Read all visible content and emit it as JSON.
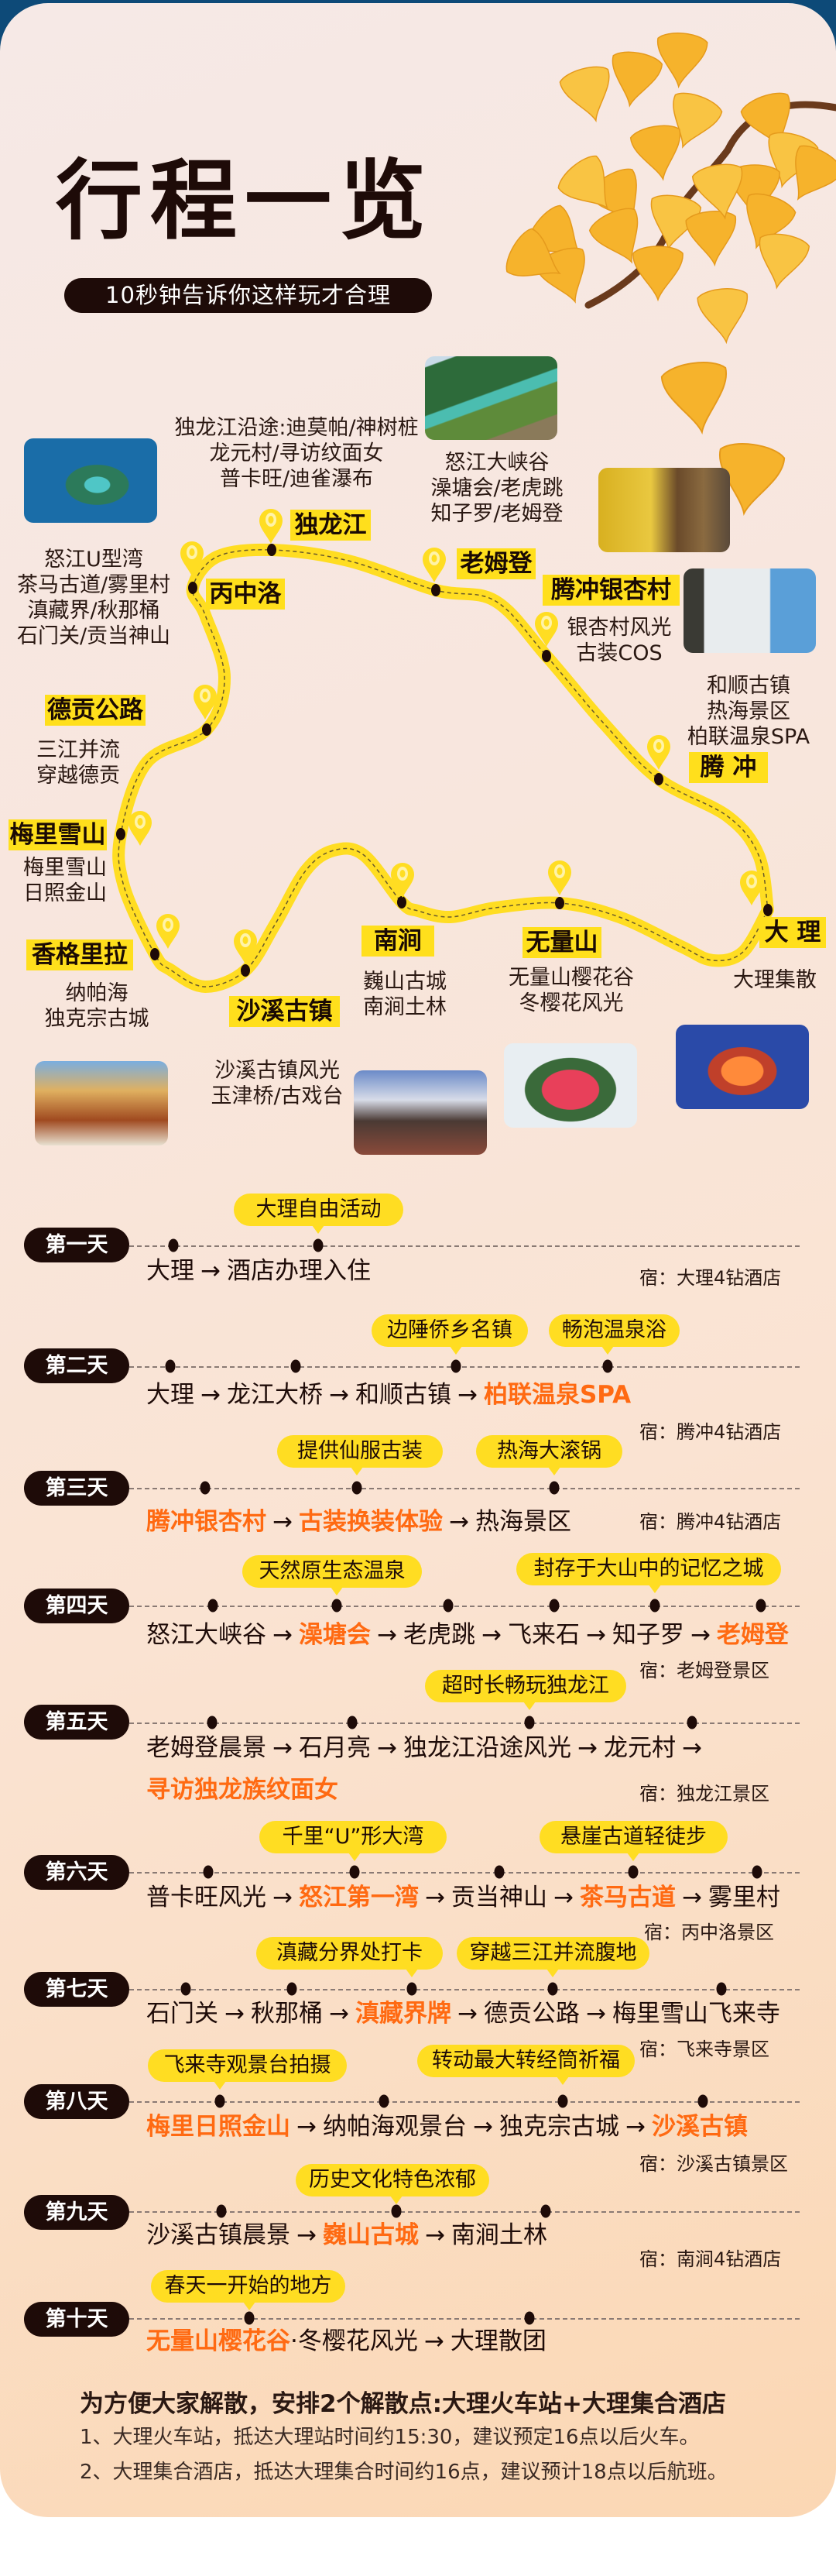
{
  "header": {
    "title": "行程一览",
    "subtitle": "10秒钟告诉你这样玩才合理"
  },
  "map": {
    "stops": [
      {
        "label": "独龙江",
        "desc": [
          "独龙江沿途:迪莫帕/神树桩",
          "龙元村/寻访纹面女",
          "普卡旺/迪雀瀑布"
        ]
      },
      {
        "label": "丙中洛",
        "desc": [
          "怒江U型湾",
          "茶马古道/雾里村",
          "滇藏界/秋那桶",
          "石门关/贡当神山"
        ]
      },
      {
        "label": "老姆登",
        "desc": [
          "怒江大峡谷",
          "澡塘会/老虎跳",
          "知子罗/老姆登"
        ]
      },
      {
        "label": "腾冲银杏村",
        "desc": [
          "银杏村风光",
          "古装COS"
        ]
      },
      {
        "label": "腾 冲",
        "desc": [
          "和顺古镇",
          "热海景区",
          "柏联温泉SPA"
        ]
      },
      {
        "label": "德贡公路",
        "desc": [
          "三江并流",
          "穿越德贡"
        ]
      },
      {
        "label": "梅里雪山",
        "desc": [
          "梅里雪山",
          "日照金山"
        ]
      },
      {
        "label": "香格里拉",
        "desc": [
          "纳帕海",
          "独克宗古城"
        ]
      },
      {
        "label": "沙溪古镇",
        "desc": [
          "沙溪古镇风光",
          "玉津桥/古戏台"
        ]
      },
      {
        "label": "南涧",
        "desc": [
          "巍山古城",
          "南涧土林"
        ]
      },
      {
        "label": "无量山",
        "desc": [
          "无量山樱花谷",
          "冬樱花风光"
        ]
      },
      {
        "label": "大 理",
        "desc": [
          "大理集散"
        ]
      }
    ],
    "route_color": "#ffdd22"
  },
  "itinerary": {
    "days": [
      {
        "badge": "第一天",
        "bubbles": [
          "大理自由活动"
        ],
        "route": [
          [
            {
              "t": "大理"
            },
            {
              "t": "→",
              "a": 1
            },
            {
              "t": "酒店办理入住"
            }
          ]
        ],
        "stay": "宿：大理4钻酒店"
      },
      {
        "badge": "第二天",
        "bubbles": [
          "边陲侨乡名镇",
          "畅泡温泉浴"
        ],
        "route": [
          [
            {
              "t": "大理"
            },
            {
              "t": "→",
              "a": 1
            },
            {
              "t": "龙江大桥"
            },
            {
              "t": "→",
              "a": 1
            },
            {
              "t": "和顺古镇"
            },
            {
              "t": "→",
              "a": 1
            },
            {
              "t": "柏联温泉SPA",
              "h": 1
            }
          ]
        ],
        "stay": "宿：腾冲4钻酒店"
      },
      {
        "badge": "第三天",
        "bubbles": [
          "提供仙服古装",
          "热海大滚锅"
        ],
        "route": [
          [
            {
              "t": "腾冲银杏村",
              "h": 1
            },
            {
              "t": "→",
              "a": 1
            },
            {
              "t": "古装换装体验",
              "h": 1
            },
            {
              "t": "→",
              "a": 1
            },
            {
              "t": "热海景区"
            }
          ]
        ],
        "stay": "宿：腾冲4钻酒店"
      },
      {
        "badge": "第四天",
        "bubbles": [
          "天然原生态温泉",
          "封存于大山中的记忆之城"
        ],
        "route": [
          [
            {
              "t": "怒江大峡谷"
            },
            {
              "t": "→",
              "a": 1
            },
            {
              "t": "澡塘会",
              "h": 1
            },
            {
              "t": "→",
              "a": 1
            },
            {
              "t": "老虎跳"
            },
            {
              "t": "→",
              "a": 1
            },
            {
              "t": "飞来石"
            },
            {
              "t": "→",
              "a": 1
            },
            {
              "t": "知子罗"
            },
            {
              "t": "→",
              "a": 1
            },
            {
              "t": "老姆登",
              "h": 1
            }
          ]
        ],
        "stay": "宿：老姆登景区"
      },
      {
        "badge": "第五天",
        "bubbles": [
          "超时长畅玩独龙江"
        ],
        "route": [
          [
            {
              "t": "老姆登晨景"
            },
            {
              "t": "→",
              "a": 1
            },
            {
              "t": "石月亮"
            },
            {
              "t": "→",
              "a": 1
            },
            {
              "t": "独龙江沿途风光"
            },
            {
              "t": "→",
              "a": 1
            },
            {
              "t": "龙元村"
            },
            {
              "t": "→",
              "a": 1
            }
          ],
          [
            {
              "t": "寻访独龙族纹面女",
              "h": 1
            }
          ]
        ],
        "stay": "宿：独龙江景区"
      },
      {
        "badge": "第六天",
        "bubbles": [
          "千里“U”形大湾",
          "悬崖古道轻徒步"
        ],
        "route": [
          [
            {
              "t": "普卡旺风光"
            },
            {
              "t": "→",
              "a": 1
            },
            {
              "t": "怒江第一湾",
              "h": 1
            },
            {
              "t": "→",
              "a": 1
            },
            {
              "t": "贡当神山"
            },
            {
              "t": "→",
              "a": 1
            },
            {
              "t": "茶马古道",
              "h": 1
            },
            {
              "t": "→",
              "a": 1
            },
            {
              "t": "雾里村"
            }
          ]
        ],
        "stay": "宿：丙中洛景区"
      },
      {
        "badge": "第七天",
        "bubbles": [
          "滇藏分界处打卡",
          "穿越三江并流腹地"
        ],
        "route": [
          [
            {
              "t": "石门关"
            },
            {
              "t": "→",
              "a": 1
            },
            {
              "t": "秋那桶"
            },
            {
              "t": "→",
              "a": 1
            },
            {
              "t": "滇藏界牌",
              "h": 1
            },
            {
              "t": "→",
              "a": 1
            },
            {
              "t": "德贡公路"
            },
            {
              "t": "→",
              "a": 1
            },
            {
              "t": "梅里雪山飞来寺"
            }
          ]
        ],
        "stay": "宿：飞来寺景区"
      },
      {
        "badge": "第八天",
        "bubbles": [
          "飞来寺观景台拍摄",
          "转动最大转经筒祈福"
        ],
        "route": [
          [
            {
              "t": "梅里日照金山",
              "h": 1
            },
            {
              "t": "→",
              "a": 1
            },
            {
              "t": "纳帕海观景台"
            },
            {
              "t": "→",
              "a": 1
            },
            {
              "t": "独克宗古城"
            },
            {
              "t": "→",
              "a": 1
            },
            {
              "t": "沙溪古镇",
              "h": 1
            }
          ]
        ],
        "stay": "宿：沙溪古镇景区"
      },
      {
        "badge": "第九天",
        "bubbles": [
          "历史文化特色浓郁"
        ],
        "route": [
          [
            {
              "t": "沙溪古镇晨景"
            },
            {
              "t": "→",
              "a": 1
            },
            {
              "t": "巍山古城",
              "h": 1
            },
            {
              "t": "→",
              "a": 1
            },
            {
              "t": "南涧土林"
            }
          ]
        ],
        "stay": "宿：南涧4钻酒店"
      },
      {
        "badge": "第十天",
        "bubbles": [
          "春天一开始的地方"
        ],
        "route": [
          [
            {
              "t": "无量山樱花谷",
              "h": 1
            },
            {
              "t": "·冬樱花风光"
            },
            {
              "t": "→",
              "a": 1
            },
            {
              "t": "大理散团"
            }
          ]
        ],
        "stay": null
      }
    ],
    "highlight_color": "#ff6a12",
    "bubble_color": "#ffdd22"
  },
  "notes": {
    "heading": "为方便大家解散，安排2个解散点:大理火车站+大理集合酒店",
    "items": [
      "1、大理火车站，抵达大理站时间约15:30，建议预定16点以后火车。",
      "2、大理集合酒店，抵达大理集合时间约16点，建议预计18点以后航班。"
    ]
  }
}
